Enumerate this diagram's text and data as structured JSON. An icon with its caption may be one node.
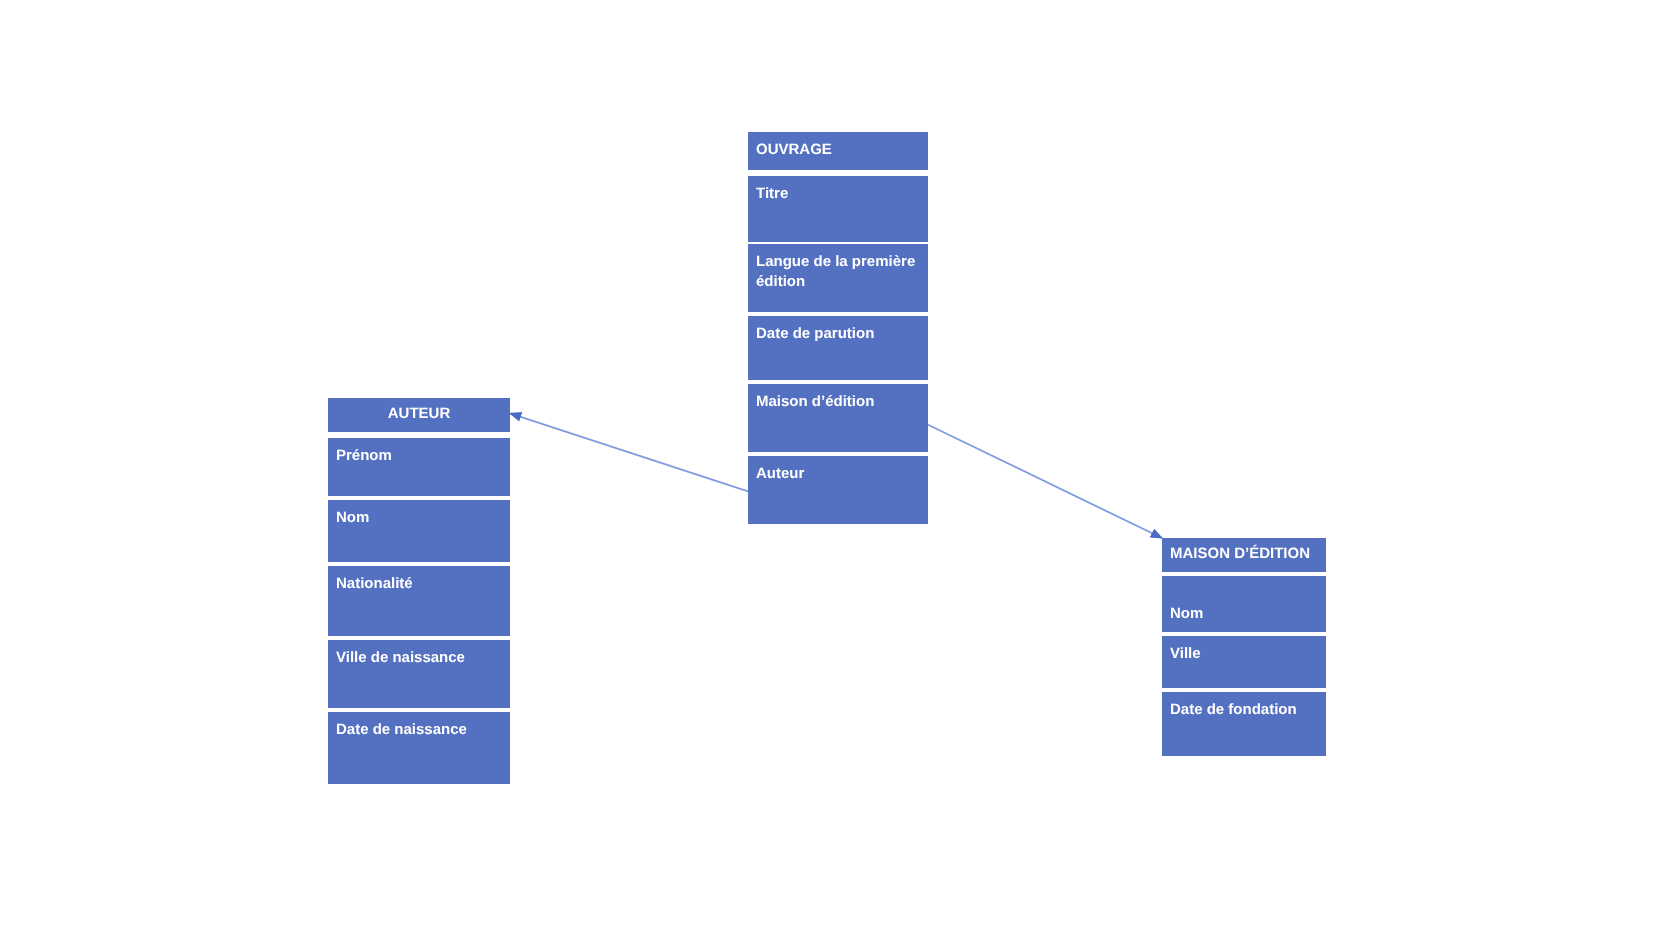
{
  "diagram": {
    "nodes": [
      {
        "text": [
          "OUVRAGE"
        ]
      },
      {
        "text": [
          "Titre"
        ]
      },
      {
        "text": [
          "Langue de la première édition"
        ]
      },
      {
        "text": [
          "Date de parution"
        ]
      },
      {
        "text": [
          "Maison d’édition"
        ]
      },
      {
        "text": [
          "Auteur"
        ]
      },
      {
        "text": [
          "AUTEUR"
        ]
      },
      {
        "text": [
          "Prénom"
        ]
      },
      {
        "text": [
          "Nom"
        ]
      },
      {
        "text": [
          "Nationalité"
        ]
      },
      {
        "text": [
          "Ville de naissance"
        ]
      },
      {
        "text": [
          "Date de naissance"
        ]
      },
      {
        "text": [
          "MAISON D’ÉDITION"
        ]
      },
      {
        "text": [
          "Nom"
        ]
      },
      {
        "text": [
          "Ville"
        ]
      },
      {
        "text": [
          "Date de fondation"
        ]
      }
    ],
    "edges": [
      {
        "from": 5,
        "to": 6,
        "arrow": "to"
      },
      {
        "from": 4,
        "to": 12,
        "arrow": "to"
      }
    ]
  }
}
